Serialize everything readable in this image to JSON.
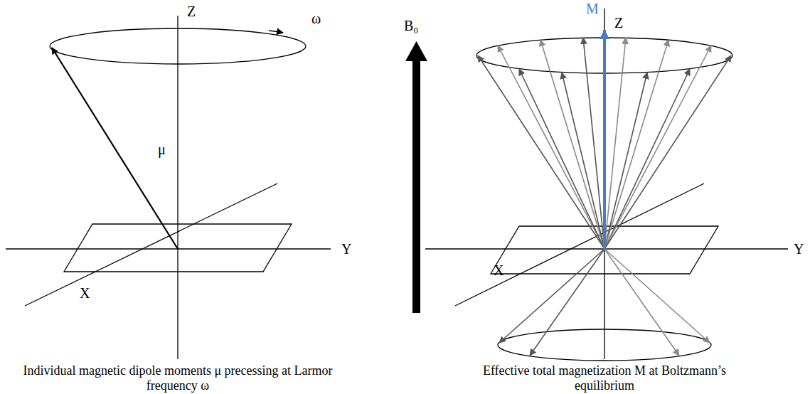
{
  "diagram": {
    "labels": [
      "Z",
      "ω",
      "μ",
      "Y",
      "X",
      "Individual magnetic dipole moments μ precessing at Larmor frequency ω",
      "B₀",
      "M",
      "Z",
      "Y",
      "X",
      "Effective total magnetization M at Boltzmann’s equilibrium"
    ]
  }
}
